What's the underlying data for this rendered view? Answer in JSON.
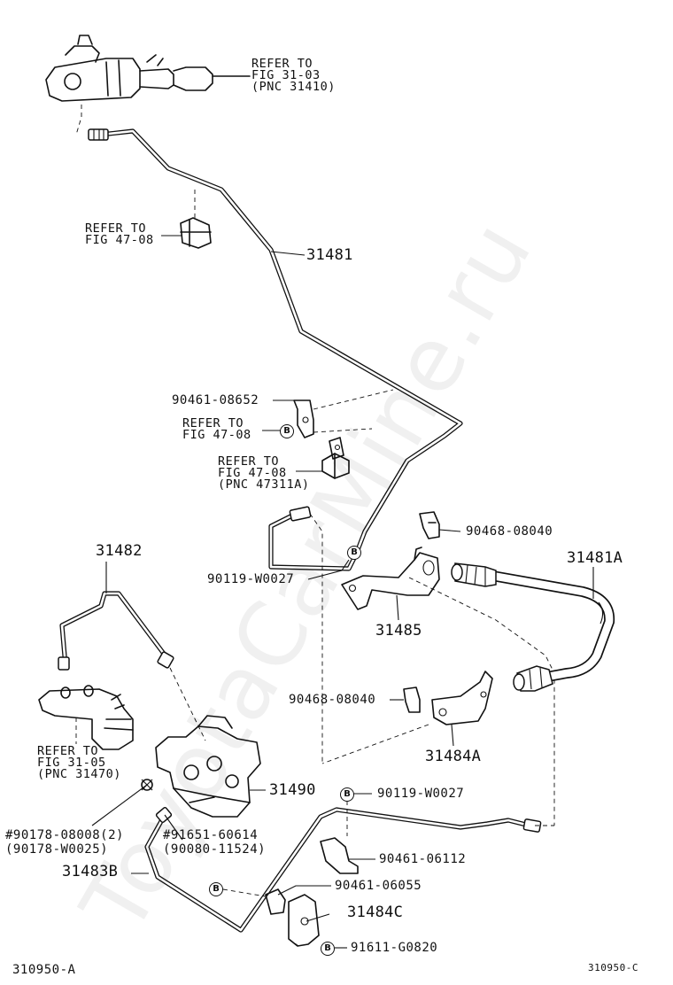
{
  "labels": {
    "ref_31_03": "REFER TO\nFIG 31-03\n(PNC 31410)",
    "ref_47_08_a": "REFER TO\nFIG 47-08",
    "p31481": "31481",
    "p90461_08652": "90461-08652",
    "ref_47_08_b": "REFER TO\nFIG 47-08",
    "ref_47_08_c": "REFER TO\nFIG 47-08\n(PNC 47311A)",
    "p90468_08040_a": "90468-08040",
    "p31482": "31482",
    "p31481A": "31481A",
    "p90119_W0027_a": "90119-W0027",
    "p31485": "31485",
    "p90468_08040_b": "90468-08040",
    "p31484A": "31484A",
    "ref_31_05": "REFER TO\nFIG 31-05\n(PNC 31470)",
    "p31490": "31490",
    "p90119_W0027_b": "90119-W0027",
    "p90178": "#90178-08008(2)\n(90178-W0025)",
    "p91651": "#91651-60614\n(90080-11524)",
    "p90461_06112": "90461-06112",
    "p31483B": "31483B",
    "p90461_06055": "90461-06055",
    "p31484C": "31484C",
    "p91611_G0820": "91611-G0820",
    "code_left": "310950-A",
    "code_right": "310950-C"
  },
  "bolt_marker": "B",
  "watermark": "ToyotaCarMine.ru"
}
